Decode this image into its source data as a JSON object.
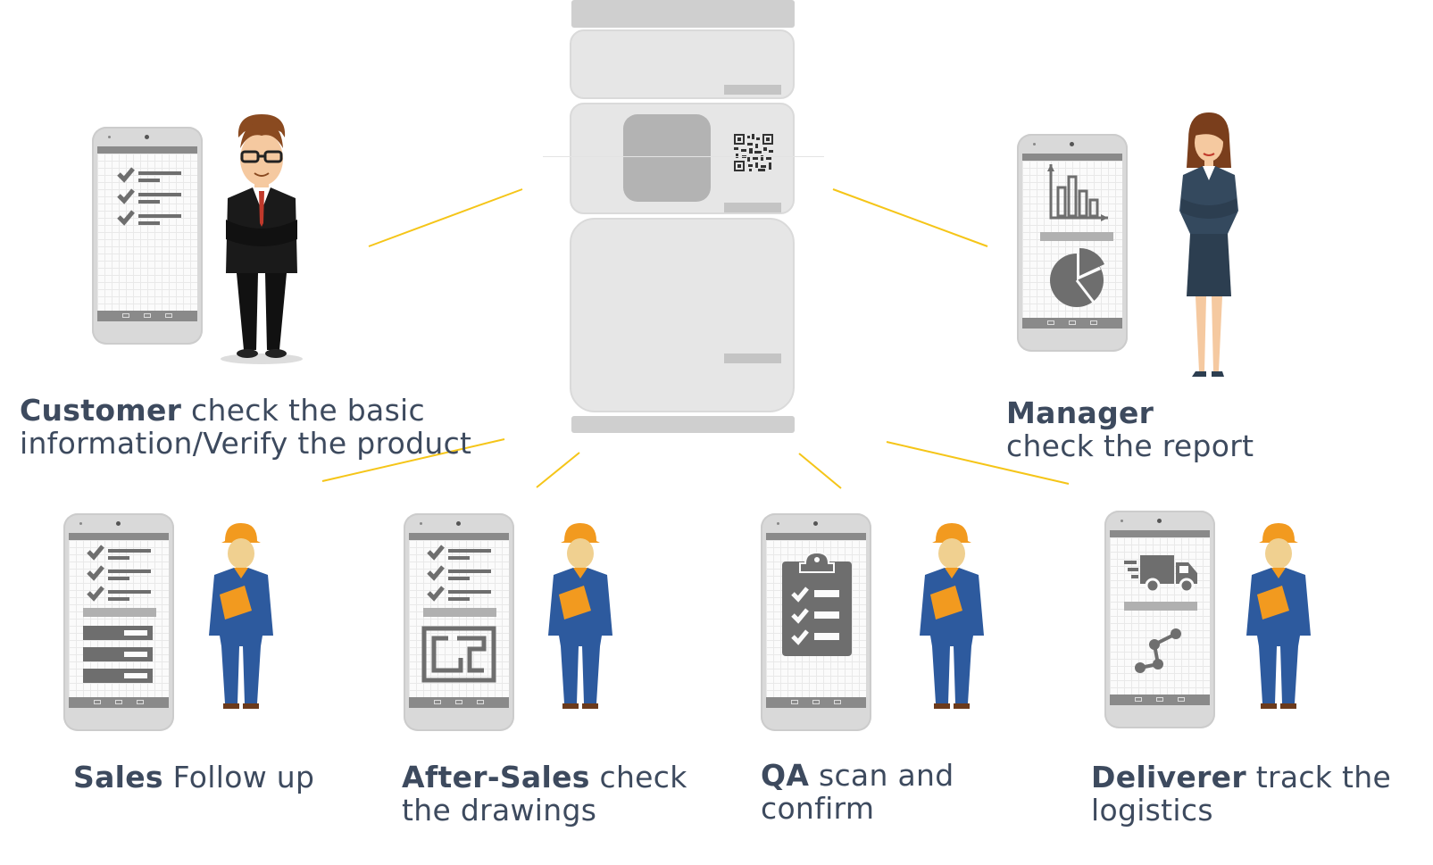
{
  "roles": {
    "customer": {
      "name": "Customer",
      "action": "check the basic information/Verify the product"
    },
    "manager": {
      "name": "Manager",
      "action": "check the report"
    },
    "sales": {
      "name": "Sales",
      "action": "Follow up"
    },
    "aftersales": {
      "name": "After-Sales",
      "action": "check the drawings"
    },
    "qa": {
      "name": "QA",
      "action": "scan and confirm"
    },
    "deliverer": {
      "name": "Deliverer",
      "action": "track the logistics"
    }
  },
  "colors": {
    "label_text": "#3d4a5e",
    "connector": "#f5c518",
    "device_gray": "#e6e6e6",
    "icon_gray": "#6e6e6e",
    "worker_blue": "#2d5a9e",
    "helmet_orange": "#f29a1f"
  },
  "icons": [
    "checklist-icon",
    "bar-chart-icon",
    "pie-chart-icon",
    "clipboard-icon",
    "truck-icon",
    "route-icon",
    "blueprint-icon",
    "qr-code-icon"
  ]
}
